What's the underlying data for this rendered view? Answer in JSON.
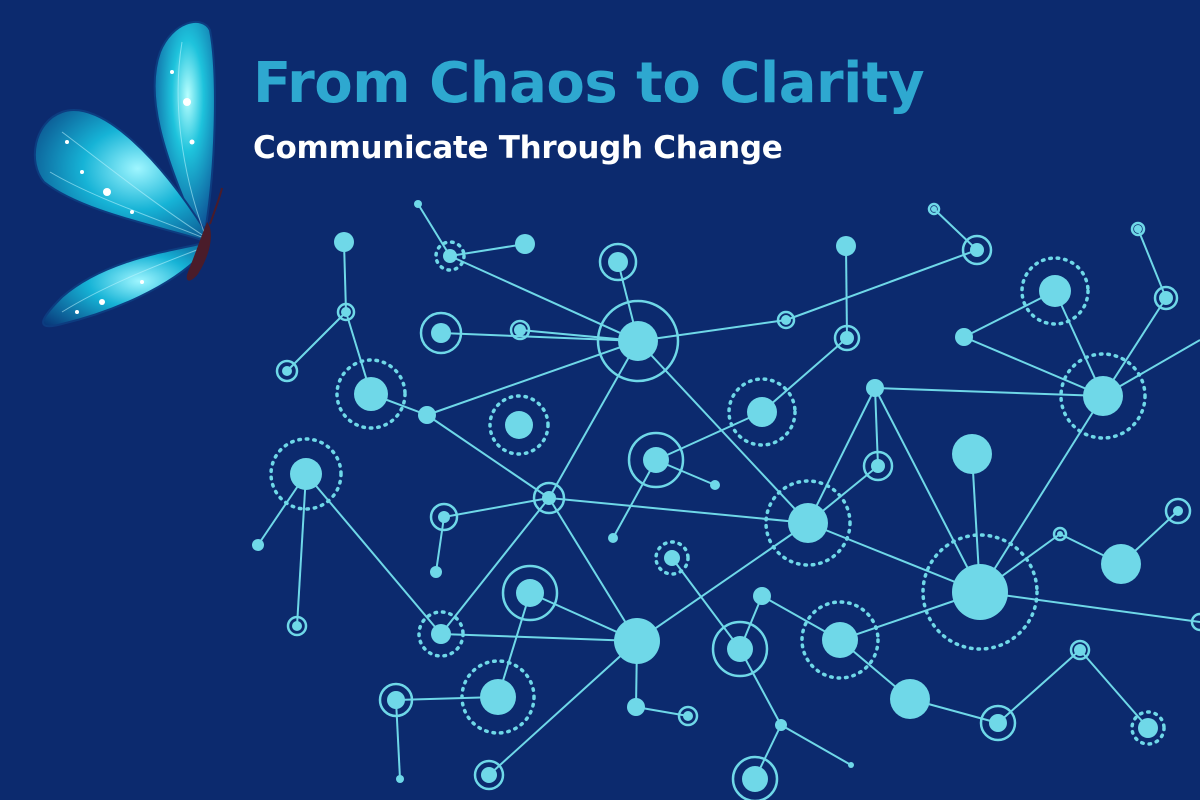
{
  "title": "From Chaos to Clarity",
  "subtitle": "Communicate Through Change",
  "colors": {
    "background": "#0c2a6e",
    "title": "#2ea8d0",
    "subtitle": "#ffffff",
    "network": "#6fd8e8",
    "butterfly_light": "#7ff0ff",
    "butterfly_mid": "#1ec3dc",
    "butterfly_dark": "#0a3f8a"
  },
  "icons": [
    "butterfly-icon",
    "network-graph"
  ]
}
